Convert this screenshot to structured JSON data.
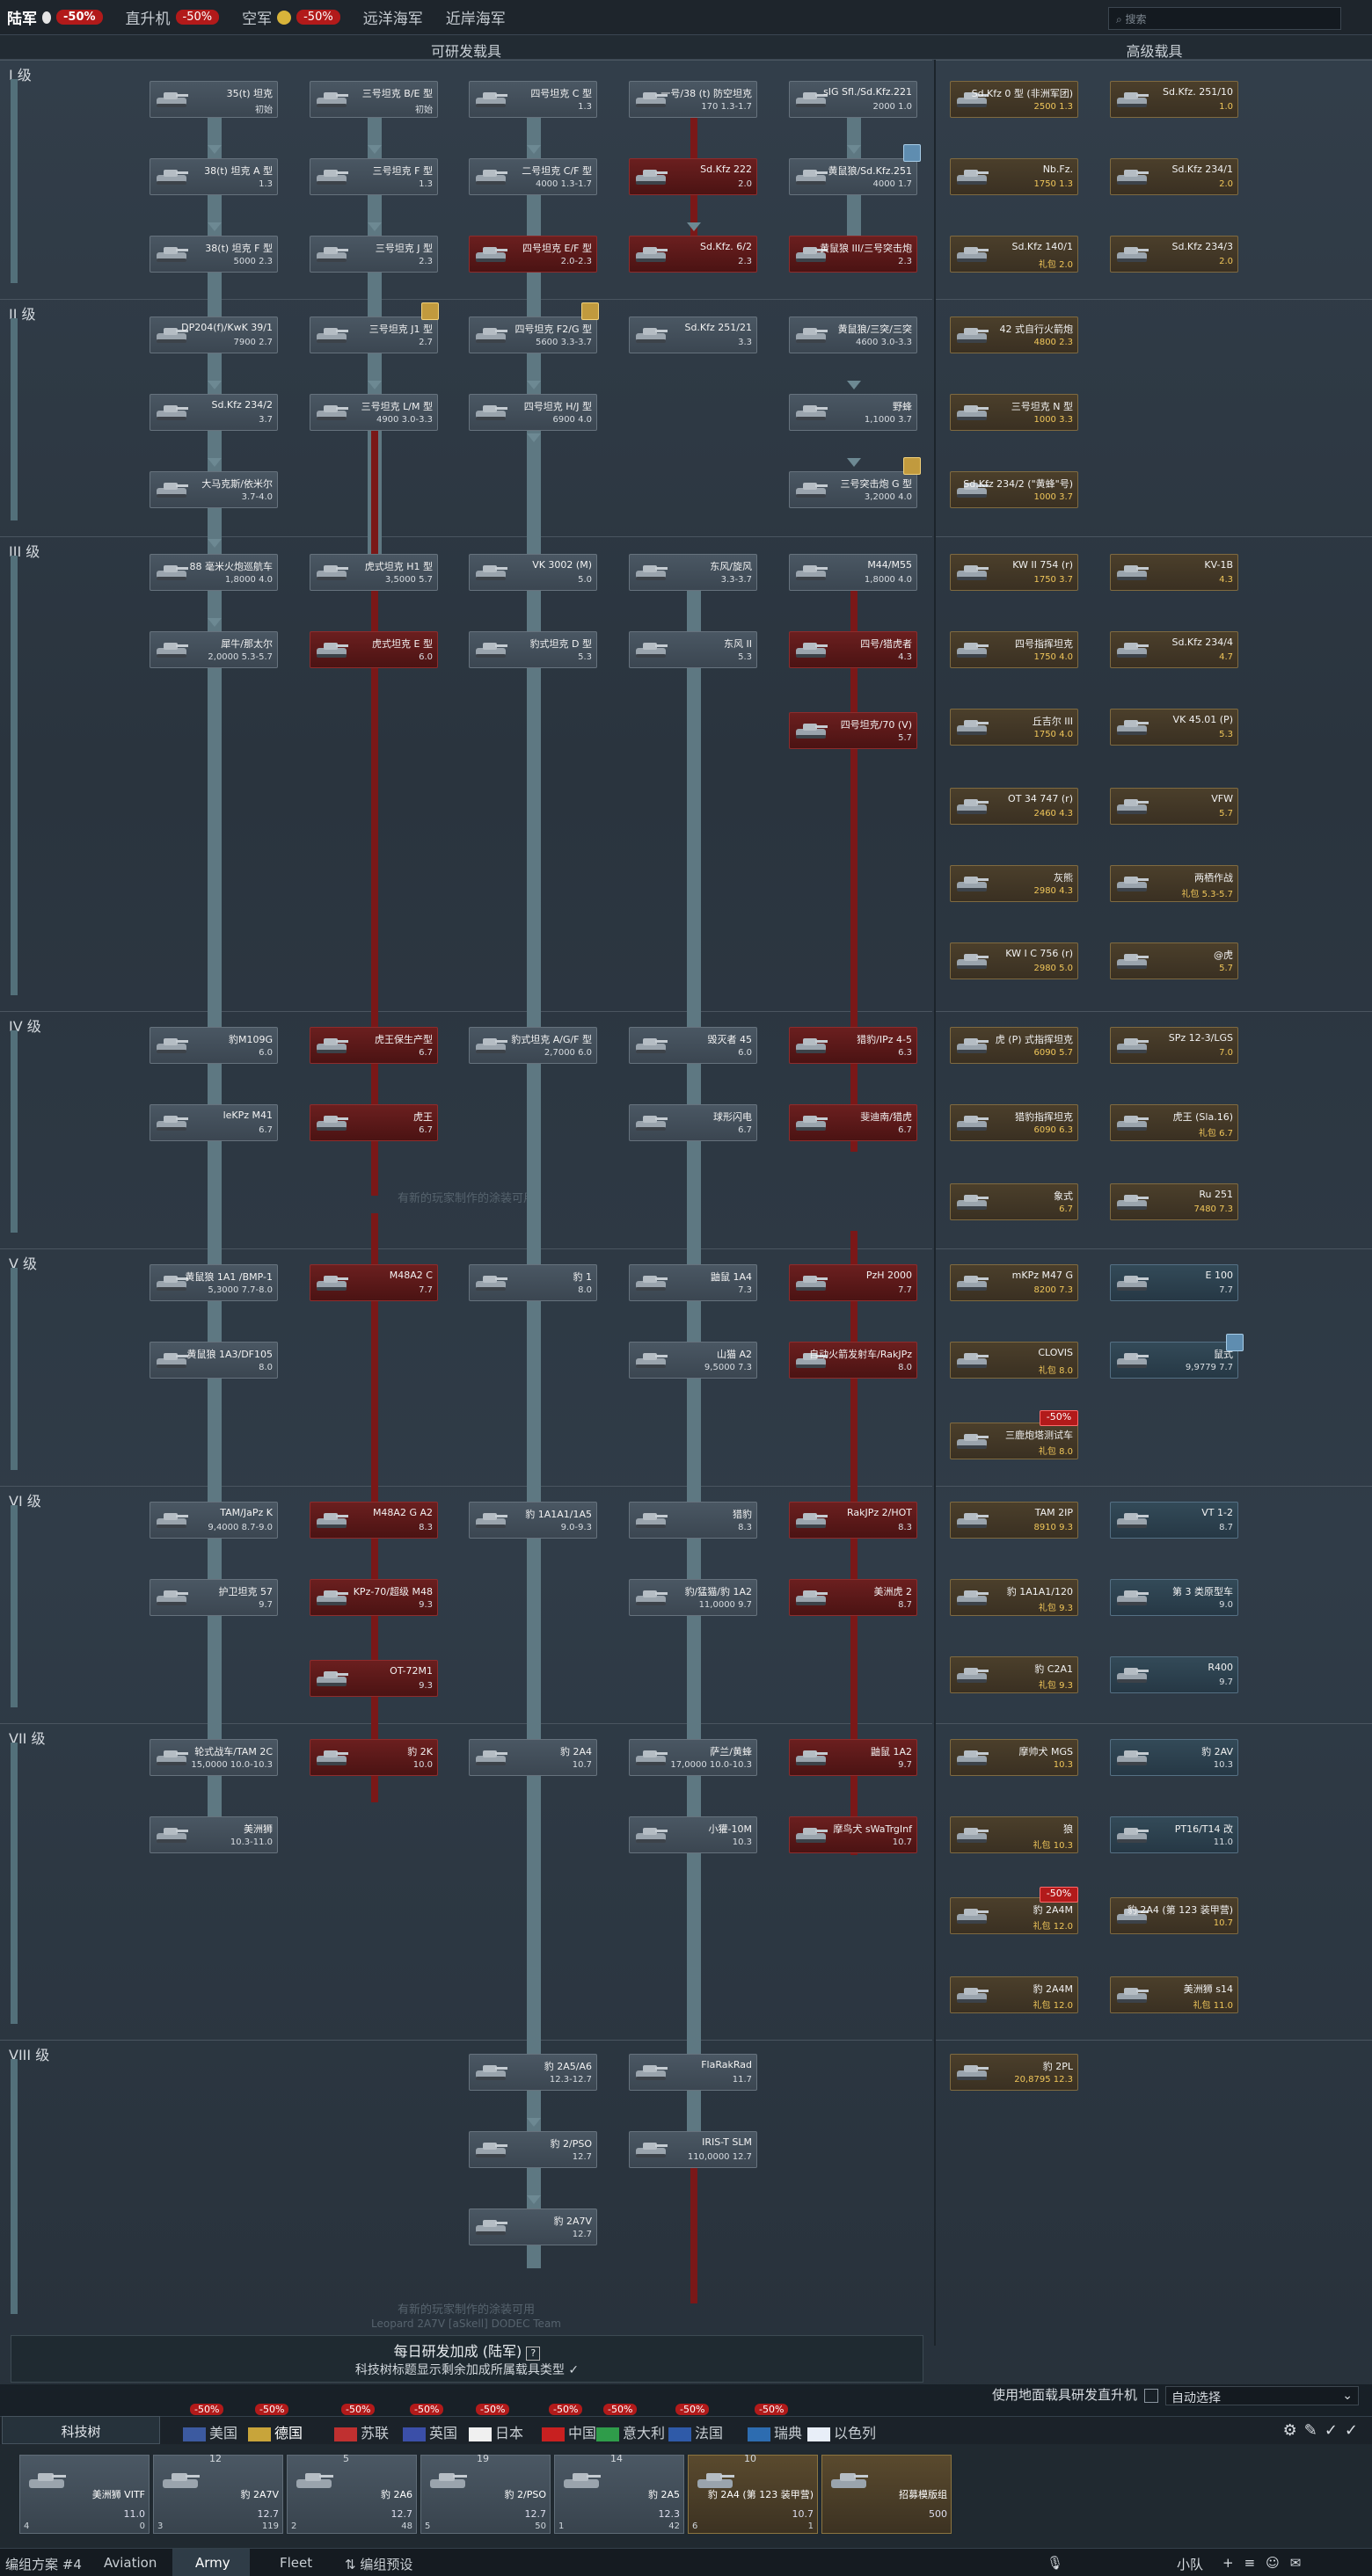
{
  "topbar": {
    "army": "陆军",
    "army_badge": "-50%",
    "heli": "直升机",
    "heli_badge": "-50%",
    "air": "空军",
    "air_badge": "-50%",
    "bluewater": "远洋海军",
    "coastal": "近岸海军",
    "search_placeholder": "搜索"
  },
  "header": {
    "researchable": "可研发载具",
    "premium": "高级载具"
  },
  "ranks": [
    "I 级",
    "II 级",
    "III 级",
    "IV 级",
    "V 级",
    "VI 级",
    "VII 级",
    "VIII 级"
  ],
  "cards": [
    {
      "n": "35(t) 坦克",
      "b": "初始",
      "t": "n"
    },
    {
      "n": "三号坦克 B/E 型",
      "b": "初始",
      "t": "n"
    },
    {
      "n": "四号坦克 C 型",
      "b": "1.3",
      "t": "n"
    },
    {
      "n": "一号/38 (t) 防空坦克",
      "b": "170 1.3-1.7",
      "t": "n"
    },
    {
      "n": "sIG Sfl./Sd.Kfz.221",
      "b": "2000 1.0",
      "t": "n"
    },
    {
      "n": "38(t) 坦克 A 型",
      "b": "1.3",
      "t": "n"
    },
    {
      "n": "三号坦克 F 型",
      "b": "1.3",
      "t": "n"
    },
    {
      "n": "二号坦克 C/F 型",
      "b": "4000 1.3-1.7",
      "t": "n"
    },
    {
      "n": "Sd.Kfz 222",
      "b": "2.0",
      "t": "r"
    },
    {
      "n": "黄鼠狼/Sd.Kfz.251",
      "b": "4000 1.7",
      "t": "n"
    },
    {
      "n": "38(t) 坦克 F 型",
      "b": "5000 2.3",
      "t": "n"
    },
    {
      "n": "三号坦克 J 型",
      "b": "2.3",
      "t": "n"
    },
    {
      "n": "四号坦克 E/F 型",
      "b": "2.0-2.3",
      "t": "r"
    },
    {
      "n": "Sd.Kfz. 6/2",
      "b": "2.3",
      "t": "r"
    },
    {
      "n": "黄鼠狼 III/三号突击炮",
      "b": "2.3",
      "t": "r"
    },
    {
      "n": "DP204(f)/KwK 39/1",
      "b": "7900 2.7",
      "t": "n"
    },
    {
      "n": "三号坦克 J1 型",
      "b": "2.7",
      "t": "n"
    },
    {
      "n": "四号坦克 F2/G 型",
      "b": "5600 3.3-3.7",
      "t": "n"
    },
    {
      "n": "Sd.Kfz 251/21",
      "b": "3.3",
      "t": "n"
    },
    {
      "n": "黄鼠狼/三突/三突",
      "b": "4600 3.0-3.3",
      "t": "n"
    },
    {
      "n": "Sd.Kfz 234/2",
      "b": "3.7",
      "t": "n"
    },
    {
      "n": "三号坦克 L/M 型",
      "b": "4900 3.0-3.3",
      "t": "n"
    },
    {
      "n": "四号坦克 H/J 型",
      "b": "6900 4.0",
      "t": "n"
    },
    {
      "n": "野蜂",
      "b": "1,1000 3.7",
      "t": "n"
    },
    {
      "n": "大马克斯/依米尔",
      "b": "3.7-4.0",
      "t": "n"
    },
    {
      "n": "三号突击炮 G 型",
      "b": "3,2000 4.0",
      "t": "n"
    },
    {
      "n": "88 毫米火炮巡航车",
      "b": "1,8000 4.0",
      "t": "n"
    },
    {
      "n": "虎式坦克 H1 型",
      "b": "3,5000 5.7",
      "t": "n"
    },
    {
      "n": "VK 3002 (M)",
      "b": "5.0",
      "t": "n"
    },
    {
      "n": "东风/旋风",
      "b": "3.3-3.7",
      "t": "n"
    },
    {
      "n": "M44/M55",
      "b": "1,8000 4.0",
      "t": "n"
    },
    {
      "n": "犀牛/那太尔",
      "b": "2,0000 5.3-5.7",
      "t": "n"
    },
    {
      "n": "虎式坦克 E 型",
      "b": "6.0",
      "t": "r"
    },
    {
      "n": "豹式坦克 D 型",
      "b": "5.3",
      "t": "n"
    },
    {
      "n": "东风 II",
      "b": "5.3",
      "t": "n"
    },
    {
      "n": "四号/猎虎者",
      "b": "4.3",
      "t": "r"
    },
    {
      "n": "四号坦克/70 (V)",
      "b": "5.7",
      "t": "r"
    },
    {
      "n": "豹M109G",
      "b": "6.0",
      "t": "n"
    },
    {
      "n": "虎王保生产型",
      "b": "6.7",
      "t": "r"
    },
    {
      "n": "豹式坦克 A/G/F 型",
      "b": "2,7000 6.0",
      "t": "n"
    },
    {
      "n": "毁灭者 45",
      "b": "6.0",
      "t": "n"
    },
    {
      "n": "猎豹/IPz 4-5",
      "b": "6.3",
      "t": "r"
    },
    {
      "n": "leKPz M41",
      "b": "6.7",
      "t": "n"
    },
    {
      "n": "虎王",
      "b": "6.7",
      "t": "r"
    },
    {
      "n": "球形闪电",
      "b": "6.7",
      "t": "n"
    },
    {
      "n": "斐迪南/猎虎",
      "b": "6.7",
      "t": "r"
    },
    {
      "n": "黄鼠狼 1A1 /BMP-1",
      "b": "5,3000 7.7-8.0",
      "t": "n"
    },
    {
      "n": "M48A2 C",
      "b": "7.7",
      "t": "r"
    },
    {
      "n": "豹 1",
      "b": "8.0",
      "t": "n"
    },
    {
      "n": "鼬鼠 1A4",
      "b": "7.3",
      "t": "n"
    },
    {
      "n": "PzH 2000",
      "b": "7.7",
      "t": "r"
    },
    {
      "n": "黄鼠狼 1A3/DF105",
      "b": "8.0",
      "t": "n"
    },
    {
      "n": "山猫 A2",
      "b": "9,5000 7.3",
      "t": "n"
    },
    {
      "n": "自动火箭发射车/RakJPz",
      "b": "8.0",
      "t": "r"
    },
    {
      "n": "TAM/JaPz K",
      "b": "9,4000 8.7-9.0",
      "t": "n"
    },
    {
      "n": "M48A2 G A2",
      "b": "8.3",
      "t": "r"
    },
    {
      "n": "豹 1A1A1/1A5",
      "b": "9.0-9.3",
      "t": "n"
    },
    {
      "n": "猎豹",
      "b": "8.3",
      "t": "n"
    },
    {
      "n": "RakJPz 2/HOT",
      "b": "8.3",
      "t": "r"
    },
    {
      "n": "护卫坦克 57",
      "b": "9.7",
      "t": "n"
    },
    {
      "n": "KPz-70/超级 M48",
      "b": "9.3",
      "t": "r"
    },
    {
      "n": "豹/猛猫/豹 1A2",
      "b": "11,0000 9.7",
      "t": "n"
    },
    {
      "n": "美洲虎 2",
      "b": "8.7",
      "t": "r"
    },
    {
      "n": "OT-72M1",
      "b": "9.3",
      "t": "r"
    },
    {
      "n": "轮式战车/TAM 2C",
      "b": "15,0000 10.0-10.3",
      "t": "n"
    },
    {
      "n": "豹 2K",
      "b": "10.0",
      "t": "r"
    },
    {
      "n": "豹 2A4",
      "b": "10.7",
      "t": "n"
    },
    {
      "n": "萨兰/黄蜂",
      "b": "17,0000 10.0-10.3",
      "t": "n"
    },
    {
      "n": "鼬鼠 1A2",
      "b": "9.7",
      "t": "r"
    },
    {
      "n": "美洲狮",
      "b": "10.3-11.0",
      "t": "n"
    },
    {
      "n": "小獾-10M",
      "b": "10.3",
      "t": "n"
    },
    {
      "n": "摩鸟犬 sWaTrgInf",
      "b": "10.7",
      "t": "r"
    },
    {
      "n": "豹 2A5/A6",
      "b": "12.3-12.7",
      "t": "n"
    },
    {
      "n": "FlaRakRad",
      "b": "11.7",
      "t": "n"
    },
    {
      "n": "豹 2/PSO",
      "b": "12.7",
      "t": "n"
    },
    {
      "n": "IRIS-T SLM",
      "b": "110,0000 12.7",
      "t": "n"
    },
    {
      "n": "豹 2A7V",
      "b": "12.7",
      "t": "n"
    }
  ],
  "premium_cards": [
    {
      "n": "Sd.Kfz 0 型 (非洲军团)",
      "b": "2500 1.3",
      "t": "prem"
    },
    {
      "n": "Sd.Kfz. 251/10",
      "b": "1.0",
      "t": "prem"
    },
    {
      "n": "Nb.Fz.",
      "b": "1750 1.3",
      "t": "prem"
    },
    {
      "n": "Sd.Kfz 234/1",
      "b": "2.0",
      "t": "prem"
    },
    {
      "n": "Sd.Kfz 140/1",
      "b": "礼包 2.0",
      "t": "prem"
    },
    {
      "n": "Sd.Kfz 234/3",
      "b": "2.0",
      "t": "prem"
    },
    {
      "n": "42 式自行火箭炮",
      "b": "4800 2.3",
      "t": "prem"
    },
    {
      "n": "三号坦克 N 型",
      "b": "1000 3.3",
      "t": "prem"
    },
    {
      "n": "Sd.Kfz 234/2 (\"黄蜂\"号)",
      "b": "1000 3.7",
      "t": "prem"
    },
    {
      "n": "KW II 754 (r)",
      "b": "1750 3.7",
      "t": "prem"
    },
    {
      "n": "KV-1B",
      "b": "4.3",
      "t": "prem"
    },
    {
      "n": "四号指挥坦克",
      "b": "1750 4.0",
      "t": "prem"
    },
    {
      "n": "Sd.Kfz 234/4",
      "b": "4.7",
      "t": "prem"
    },
    {
      "n": "丘吉尔 III",
      "b": "1750 4.0",
      "t": "prem"
    },
    {
      "n": "VK 45.01 (P)",
      "b": "5.3",
      "t": "prem"
    },
    {
      "n": "OT 34 747 (r)",
      "b": "2460 4.3",
      "t": "prem"
    },
    {
      "n": "VFW",
      "b": "5.7",
      "t": "prem"
    },
    {
      "n": "灰熊",
      "b": "2980 4.3",
      "t": "prem"
    },
    {
      "n": "两栖作战",
      "b": "礼包 5.3-5.7",
      "t": "prem"
    },
    {
      "n": "KW I C 756 (r)",
      "b": "2980 5.0",
      "t": "prem"
    },
    {
      "n": "@虎",
      "b": "5.7",
      "t": "prem"
    },
    {
      "n": "虎 (P) 式指挥坦克",
      "b": "6090 5.7",
      "t": "prem"
    },
    {
      "n": "SPz 12-3/LGS",
      "b": "7.0",
      "t": "prem"
    },
    {
      "n": "猎豹指挥坦克",
      "b": "6090 6.3",
      "t": "prem"
    },
    {
      "n": "虎王 (Sla.16)",
      "b": "礼包 6.7",
      "t": "prem"
    },
    {
      "n": "象式",
      "b": "6.7",
      "t": "prem"
    },
    {
      "n": "Ru 251",
      "b": "7480 7.3",
      "t": "prem"
    },
    {
      "n": "mKPz M47 G",
      "b": "8200 7.3",
      "t": "prem"
    },
    {
      "n": "E 100",
      "b": "7.7",
      "t": "sq"
    },
    {
      "n": "CLOVIS",
      "b": "礼包 8.0",
      "t": "prem"
    },
    {
      "n": "鼠式",
      "b": "9,9779 7.7",
      "t": "sq"
    },
    {
      "n": "三鹿炮塔测试车",
      "b": "礼包 8.0",
      "t": "prem"
    },
    {
      "n": "TAM 2IP",
      "b": "8910 9.3",
      "t": "prem"
    },
    {
      "n": "VT 1-2",
      "b": "8.7",
      "t": "sq"
    },
    {
      "n": "豹 1A1A1/120",
      "b": "礼包 9.3",
      "t": "prem"
    },
    {
      "n": "第 3 类原型车",
      "b": "9.0",
      "t": "sq"
    },
    {
      "n": "豹 C2A1",
      "b": "礼包 9.3",
      "t": "prem"
    },
    {
      "n": "R400",
      "b": "9.7",
      "t": "sq"
    },
    {
      "n": "摩帅犬 MGS",
      "b": "10.3",
      "t": "prem"
    },
    {
      "n": "豹 2AV",
      "b": "10.3",
      "t": "sq"
    },
    {
      "n": "狼",
      "b": "礼包 10.3",
      "t": "prem"
    },
    {
      "n": "PT16/T14 改",
      "b": "11.0",
      "t": "sq"
    },
    {
      "n": "豹 2A4M",
      "b": "礼包 12.0",
      "t": "prem"
    },
    {
      "n": "豹 2A4 (第 123 装甲营)",
      "b": "10.7",
      "t": "prem"
    },
    {
      "n": "豹 2A4M",
      "b": "礼包 12.0",
      "t": "prem"
    },
    {
      "n": "美洲狮 s14",
      "b": "礼包 11.0",
      "t": "prem"
    },
    {
      "n": "豹 2PL",
      "b": "20,8795 12.3",
      "t": "prem"
    }
  ],
  "watermark_1": "有新的玩家制作的涂装可用",
  "watermark_2": "有新的玩家制作的涂装可用",
  "watermark_3": "Leopard 2A7V [aSkell] DODEC Team",
  "bonus": {
    "line1": "每日研发加成 (陆军)",
    "line2": "科技树标题显示剩余加成所属载具类型"
  },
  "autoselect": {
    "label": "使用地面载具研发直升机",
    "select_label": "自动选择"
  },
  "techtree_tab": "科技树",
  "nations": [
    "美国",
    "德国",
    "苏联",
    "英国",
    "日本",
    "中国",
    "意大利",
    "法国",
    "瑞典",
    "以色列"
  ],
  "nation_badges": [
    "-50%",
    "-50%",
    "-50%",
    "-50%",
    "-50%",
    "-50%",
    "-50%",
    "-50%",
    "-50%"
  ],
  "crew_slots": [
    {
      "n": "美洲狮 VITF",
      "b": "11.0",
      "c": "4",
      "x": "0",
      "num": ""
    },
    {
      "n": "豹 2A7V",
      "b": "12.7",
      "c": "3",
      "x": "119",
      "num": "12"
    },
    {
      "n": "豹 2A6",
      "b": "12.7",
      "c": "2",
      "x": "48",
      "num": "5"
    },
    {
      "n": "豹 2/PSO",
      "b": "12.7",
      "c": "5",
      "x": "50",
      "num": "19"
    },
    {
      "n": "豹 2A5",
      "b": "12.3",
      "c": "1",
      "x": "42",
      "num": "14"
    },
    {
      "n": "豹 2A4 (第 123 装甲营)",
      "b": "10.7",
      "c": "6",
      "x": "1",
      "num": "10"
    },
    {
      "n": "招募模版组",
      "b": "500",
      "c": "",
      "x": "",
      "num": ""
    }
  ],
  "bottom": {
    "preset": "编组方案 #4",
    "aviation": "Aviation",
    "army": "Army",
    "fleet": "Fleet",
    "presets": "编组预设",
    "squad": "小队"
  },
  "colors": {
    "researched": "#4a5763",
    "reserve": "#6b1f1f",
    "premium": "#4b3f2b",
    "squadron": "#334a58",
    "badge": "#b21a1a"
  }
}
